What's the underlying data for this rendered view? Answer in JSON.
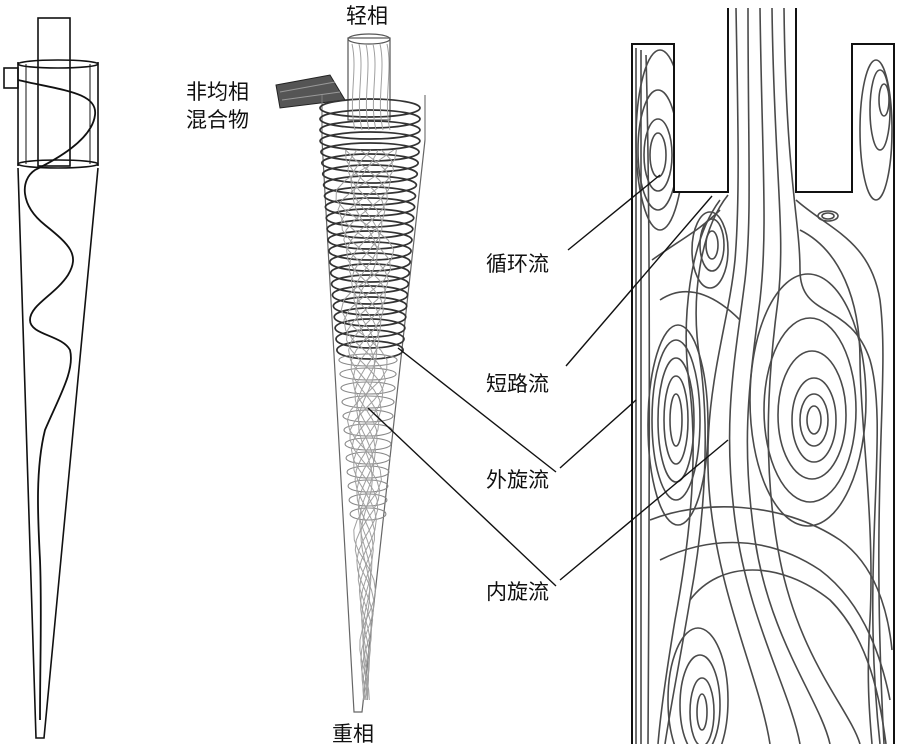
{
  "labels": {
    "light_phase": "轻相",
    "heavy_phase": "重相",
    "feed_line1": "非均相",
    "feed_line2": "混合物",
    "circulation_flow": "循环流",
    "short_circuit_flow": "短路流",
    "outer_vortex": "外旋流",
    "inner_vortex": "内旋流"
  },
  "colors": {
    "ink": "#111111",
    "streamline": "#4a4a4a",
    "spiral_dark": "#333333",
    "spiral_light": "#9a9a9a"
  }
}
